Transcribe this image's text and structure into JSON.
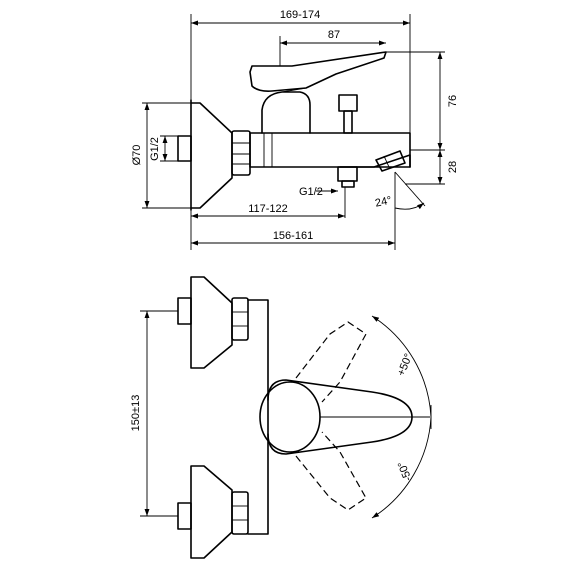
{
  "side_view": {
    "dim_width_total": "169-174",
    "dim_lever_length": "87",
    "dim_lever_height": "76",
    "dim_spout_height": "28",
    "dim_inlet_diameter": "Ø70",
    "dim_inlet_thread": "G1/2",
    "dim_outlet_thread": "G1/2",
    "dim_outlet_offset": "117-122",
    "dim_spout_reach": "156-161",
    "dim_spout_angle": "24°"
  },
  "top_view": {
    "dim_centers": "150±13",
    "dim_rotate_plus": "+50°",
    "dim_rotate_minus": "-50°"
  }
}
